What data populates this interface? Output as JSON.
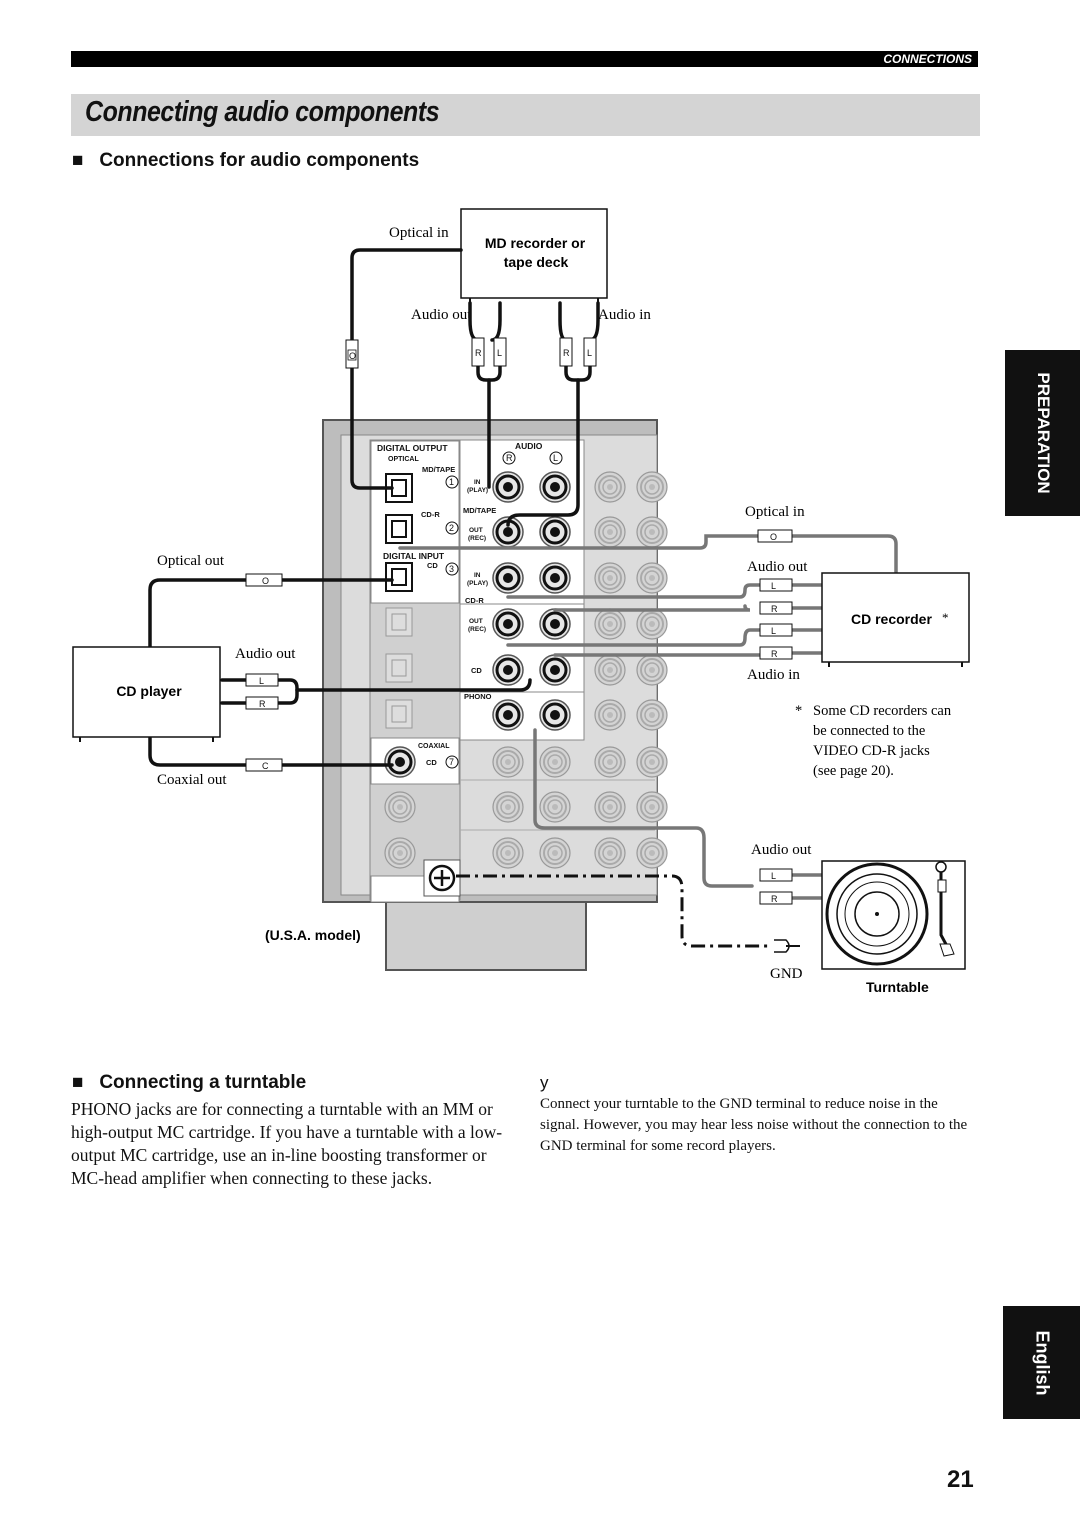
{
  "header": {
    "section": "CONNECTIONS"
  },
  "page_title": "Connecting audio components",
  "sections": {
    "audio_connections": {
      "marker": "■",
      "heading": "Connections for audio components"
    },
    "turntable": {
      "marker": "■",
      "heading": "Connecting a turntable",
      "body": "PHONO jacks are for connecting a turntable with an MM or high-output MC cartridge. If you have a turntable with a low-output MC cartridge, use an in-line boosting transformer or MC-head amplifier when connecting to these jacks.",
      "note_icon": "y",
      "note": "Connect your turntable to the GND terminal to reduce noise in the signal. However, you may hear less noise without the connection to the GND terminal for some record players."
    }
  },
  "side_tabs": {
    "preparation": "PREPARATION",
    "language": "English"
  },
  "page_number": "21",
  "diagram": {
    "md_recorder": {
      "name_line1": "MD recorder or",
      "name_line2": "tape deck",
      "optical_in": "Optical in",
      "audio_out": "Audio out",
      "audio_in": "Audio in"
    },
    "cd_player": {
      "name": "CD player",
      "optical_out": "Optical out",
      "audio_out": "Audio out",
      "coaxial_out": "Coaxial out"
    },
    "cd_recorder": {
      "name": "CD recorder",
      "asterisk": "*",
      "optical_in": "Optical in",
      "audio_out": "Audio out",
      "audio_in": "Audio in",
      "footnote": [
        "*",
        "Some CD recorders can",
        "be connected to the",
        "VIDEO CD-R jacks",
        "(see page 20)."
      ]
    },
    "turntable": {
      "name": "Turntable",
      "audio_out": "Audio out",
      "gnd": "GND"
    },
    "panel": {
      "model": "(U.S.A. model)",
      "digital_output": "DIGITAL OUTPUT",
      "optical": "OPTICAL",
      "audio": "AUDIO",
      "md_tape": "MD/TAPE",
      "cd_r": "CD-R",
      "digital_input": "DIGITAL INPUT",
      "cd": "CD",
      "coaxial": "COAXIAL",
      "phono": "PHONO",
      "in_play": [
        "IN",
        "(PLAY)"
      ],
      "out_rec": [
        "OUT",
        "(REC)"
      ],
      "num1": "1",
      "num2": "2",
      "num3": "3",
      "num7": "7",
      "r": "R",
      "l": "L",
      "c": "C",
      "o": "O"
    }
  }
}
